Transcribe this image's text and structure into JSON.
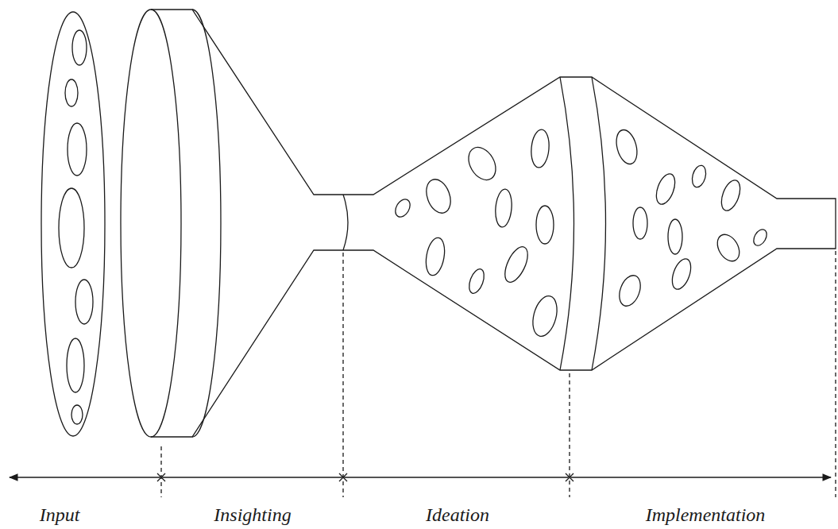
{
  "diagram": {
    "labels": [
      "Input",
      "Insighting",
      "Ideation",
      "Implementation"
    ]
  }
}
